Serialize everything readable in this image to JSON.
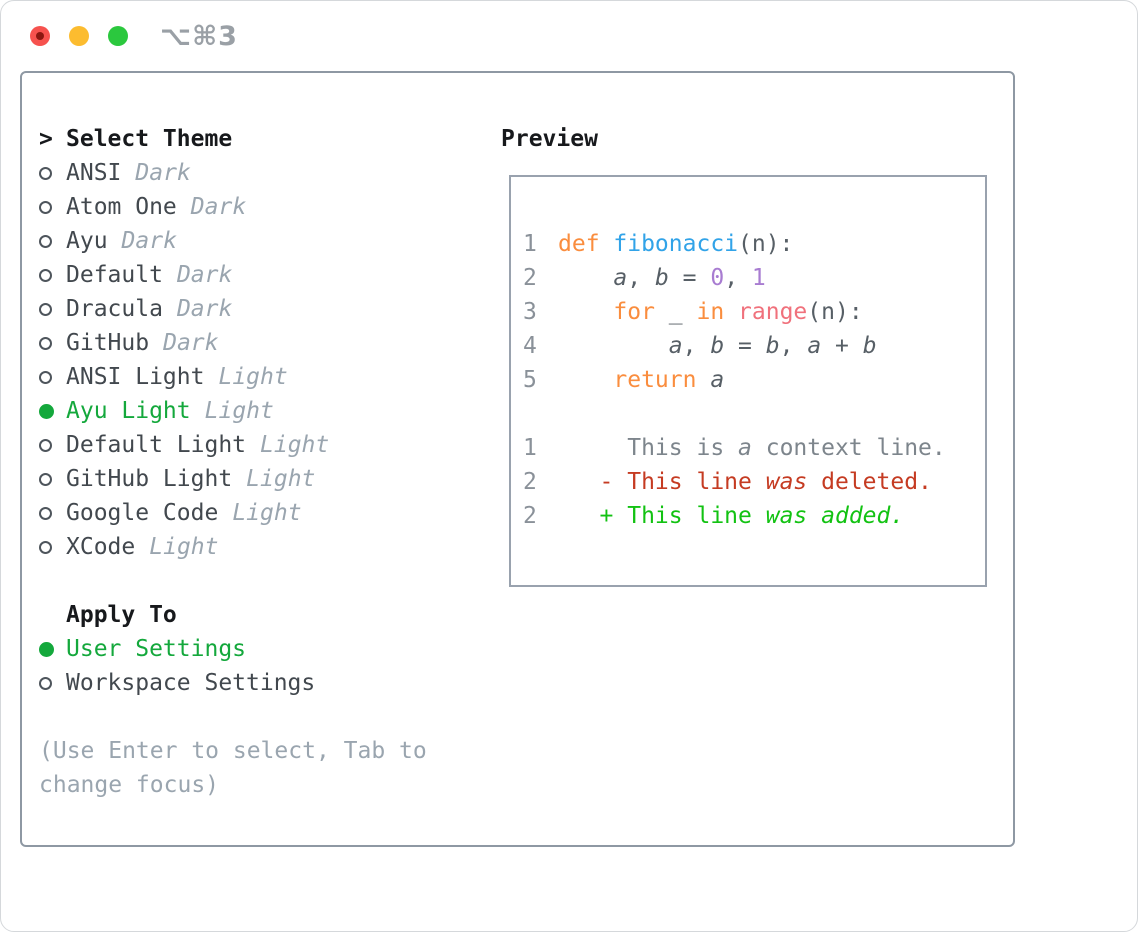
{
  "titlebar": {
    "shortcut": "⌥⌘3"
  },
  "window_controls": [
    {
      "name": "close",
      "color": "#f6524e",
      "dot": true
    },
    {
      "name": "minimize",
      "color": "#fcbc2f",
      "dot": false
    },
    {
      "name": "zoom",
      "color": "#2bc83e",
      "dot": false
    }
  ],
  "theme_panel": {
    "prompt": ">",
    "header": "Select Theme",
    "themes": [
      {
        "label": "ANSI",
        "tag": "Dark",
        "selected": false
      },
      {
        "label": "Atom One",
        "tag": "Dark",
        "selected": false
      },
      {
        "label": "Ayu",
        "tag": "Dark",
        "selected": false
      },
      {
        "label": "Default",
        "tag": "Dark",
        "selected": false
      },
      {
        "label": "Dracula",
        "tag": "Dark",
        "selected": false
      },
      {
        "label": "GitHub",
        "tag": "Dark",
        "selected": false
      },
      {
        "label": "ANSI Light",
        "tag": "Light",
        "selected": false
      },
      {
        "label": "Ayu Light",
        "tag": "Light",
        "selected": true
      },
      {
        "label": "Default Light",
        "tag": "Light",
        "selected": false
      },
      {
        "label": "GitHub Light",
        "tag": "Light",
        "selected": false
      },
      {
        "label": "Google Code",
        "tag": "Light",
        "selected": false
      },
      {
        "label": "XCode",
        "tag": "Light",
        "selected": false
      }
    ],
    "apply_header": "Apply To",
    "apply_options": [
      {
        "label": "User Settings",
        "selected": true
      },
      {
        "label": "Workspace Settings",
        "selected": false
      }
    ],
    "hint": "(Use Enter to select, Tab to change focus)"
  },
  "preview": {
    "header": "Preview",
    "lines": [
      {
        "num": "1",
        "segments": [
          [
            "def ",
            "keyword"
          ],
          [
            "fibonacci",
            "function"
          ],
          [
            "(n):",
            "fg"
          ]
        ]
      },
      {
        "num": "2",
        "segments": [
          [
            "    ",
            "fg"
          ],
          [
            "a",
            "fg",
            1
          ],
          [
            ", ",
            "fg"
          ],
          [
            "b",
            "fg",
            1
          ],
          [
            " = ",
            "fg"
          ],
          [
            "0",
            "number"
          ],
          [
            ", ",
            "fg"
          ],
          [
            "1",
            "number"
          ]
        ]
      },
      {
        "num": "3",
        "segments": [
          [
            "    ",
            "fg"
          ],
          [
            "for",
            "keyword"
          ],
          [
            " _ ",
            "fg"
          ],
          [
            "in",
            "keyword"
          ],
          [
            " ",
            "fg"
          ],
          [
            "range",
            "special"
          ],
          [
            "(n):",
            "fg"
          ]
        ]
      },
      {
        "num": "4",
        "segments": [
          [
            "        ",
            "fg"
          ],
          [
            "a",
            "fg",
            1
          ],
          [
            ", ",
            "fg"
          ],
          [
            "b",
            "fg",
            1
          ],
          [
            " = ",
            "fg"
          ],
          [
            "b",
            "fg",
            1
          ],
          [
            ", ",
            "fg"
          ],
          [
            "a",
            "fg",
            1
          ],
          [
            " + ",
            "fg"
          ],
          [
            "b",
            "fg",
            1
          ]
        ]
      },
      {
        "num": "5",
        "segments": [
          [
            "    ",
            "fg"
          ],
          [
            "return",
            "keyword"
          ],
          [
            " ",
            "fg"
          ],
          [
            "a",
            "fg",
            1
          ]
        ]
      },
      {
        "num": "",
        "segments": []
      },
      {
        "num": "1",
        "segments": [
          [
            "     This is ",
            "context"
          ],
          [
            "a",
            "context",
            1
          ],
          [
            " context line.",
            "context"
          ]
        ]
      },
      {
        "num": "2",
        "segments": [
          [
            "   - This line ",
            "deleted"
          ],
          [
            "was",
            "deleted",
            1
          ],
          [
            " deleted.",
            "deleted"
          ]
        ]
      },
      {
        "num": "2",
        "segments": [
          [
            "   + This line ",
            "added"
          ],
          [
            "was",
            "added",
            1
          ],
          [
            " ",
            "added"
          ],
          [
            "added.",
            "added",
            1
          ]
        ]
      }
    ]
  },
  "palette": {
    "keyword": "#fa8d3e",
    "function": "#31a3e8",
    "number": "#a87cd1",
    "special": "#f0717c",
    "fg": "#575f66",
    "line_number": "#8a9199",
    "context": "#7d858c",
    "deleted": "#c53b22",
    "added": "#12c212",
    "selected_green": "#14a83c",
    "muted": "#9aa5af",
    "text": "#42484e",
    "heading": "#17191c",
    "panel_border": "#8e98a3",
    "box_border": "#99a2ae",
    "window_border": "#d5d8db",
    "titlebar_fg": "#9aa0a6"
  }
}
